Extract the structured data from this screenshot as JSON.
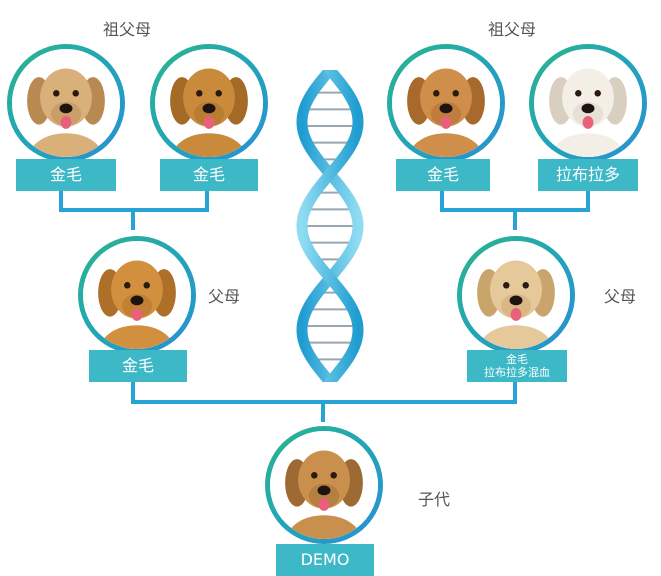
{
  "labels": {
    "grandparents_left": "祖父母",
    "grandparents_right": "祖父母",
    "parent_left": "父母",
    "parent_right": "父母",
    "offspring": "子代"
  },
  "dogs": {
    "gp1": {
      "tag": "金毛",
      "fur": "#d9b07a",
      "fur_dark": "#b88a52"
    },
    "gp2": {
      "tag": "金毛",
      "fur": "#c98a3c",
      "fur_dark": "#a46a26"
    },
    "gp3": {
      "tag": "金毛",
      "fur": "#cf8f4a",
      "fur_dark": "#a8692c"
    },
    "gp4": {
      "tag": "拉布拉多",
      "fur": "#f4efe6",
      "fur_dark": "#d8cfc0"
    },
    "p1": {
      "tag": "金毛",
      "fur": "#d2903f",
      "fur_dark": "#ae6f28"
    },
    "p2": {
      "tag_line1": "金毛",
      "tag_line2": "拉布拉多混血",
      "fur": "#e6c99a",
      "fur_dark": "#c9a56c"
    },
    "child": {
      "tag": "DEMO",
      "fur": "#c8904c",
      "fur_dark": "#9c6a32"
    }
  },
  "colors": {
    "tag_bg": "#3db8c6",
    "connector": "#27a3d6",
    "ring_green": "#2bb58a",
    "ring_blue": "#2a8fd6",
    "dna_light": "#8fdcf2",
    "dna_dark": "#1f9cd0"
  }
}
